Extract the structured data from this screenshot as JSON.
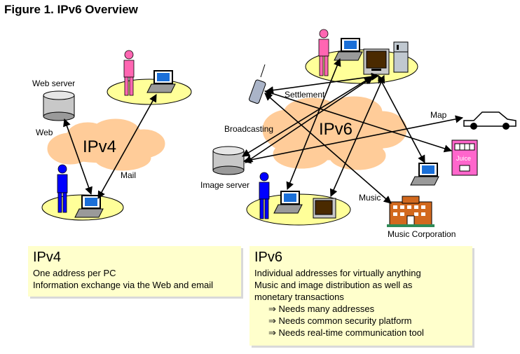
{
  "figure": {
    "title": "Figure 1.  IPv6 Overview"
  },
  "labels": {
    "web_server": "Web server",
    "web": "Web",
    "mail": "Mail",
    "ipv4_cloud": "IPv4",
    "ipv6_cloud": "IPv6",
    "settlement": "Settlement",
    "broadcasting": "Broadcasting",
    "map": "Map",
    "image_server": "Image server",
    "music": "Music",
    "music_corporation": "Music Corporation",
    "juice": "Juice"
  },
  "ipv4_box": {
    "heading": "IPv4",
    "lines": [
      "One address per PC",
      "Information exchange via the Web and email"
    ]
  },
  "ipv6_box": {
    "heading": "IPv6",
    "lines": [
      "Individual addresses for virtually anything",
      "Music and image distribution as well as",
      "monetary transactions"
    ],
    "needs": [
      "⇒ Needs many addresses",
      "⇒ Needs common security platform",
      "⇒ Needs real-time communication tool"
    ]
  },
  "colors": {
    "cloud": "#ffcc99",
    "platform": "#ffff99",
    "callout": "#ffffcc",
    "person_pink": "#ff66b2",
    "person_blue": "#0000ff"
  }
}
